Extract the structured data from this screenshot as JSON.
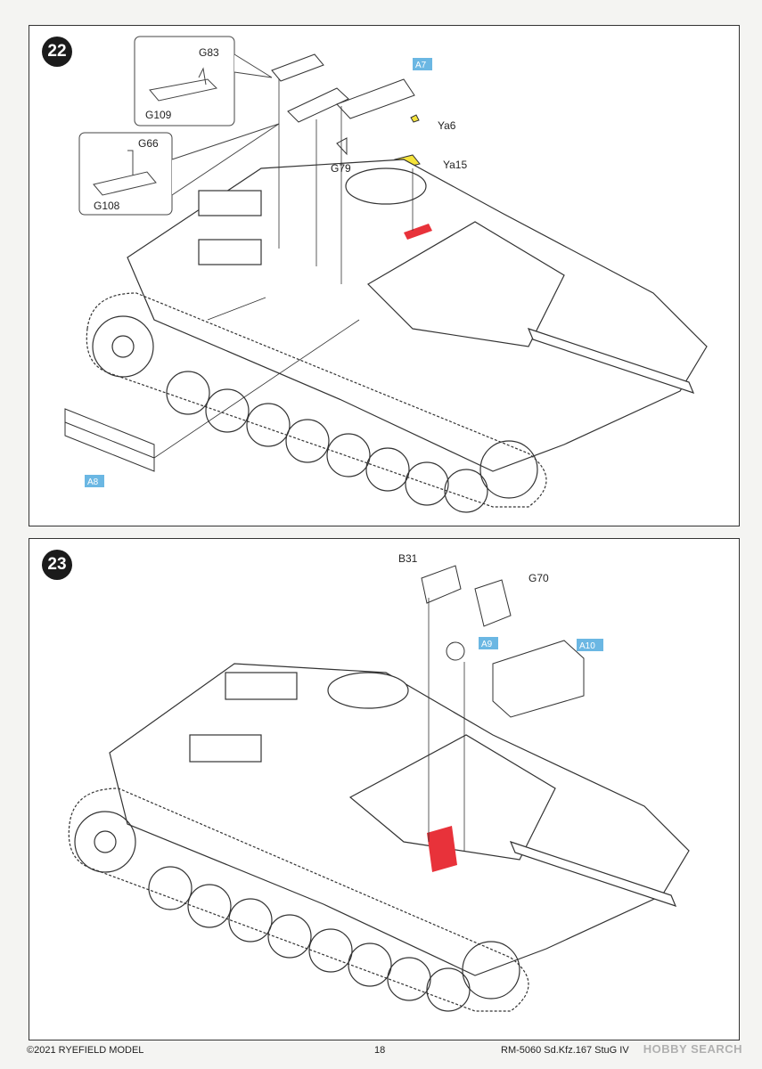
{
  "steps": [
    {
      "number": "22",
      "callouts": [
        "G83",
        "G109",
        "G66",
        "G108",
        "G79",
        "Ya6",
        "Ya15"
      ],
      "blue_labels": [
        "A7",
        "A8"
      ]
    },
    {
      "number": "23",
      "callouts": [
        "B31",
        "G70"
      ],
      "blue_labels": [
        "A9",
        "A10"
      ]
    }
  ],
  "footer": {
    "copyright": "©2021 RYEFIELD MODEL",
    "page_number": "18",
    "product_code": "RM-5060 Sd.Kfz.167 StuG IV"
  },
  "watermark": "HOBBY SEARCH",
  "colors": {
    "blue_label": "#6bb7e3",
    "highlight_red": "#e8323a",
    "highlight_yellow": "#f5e33a"
  }
}
